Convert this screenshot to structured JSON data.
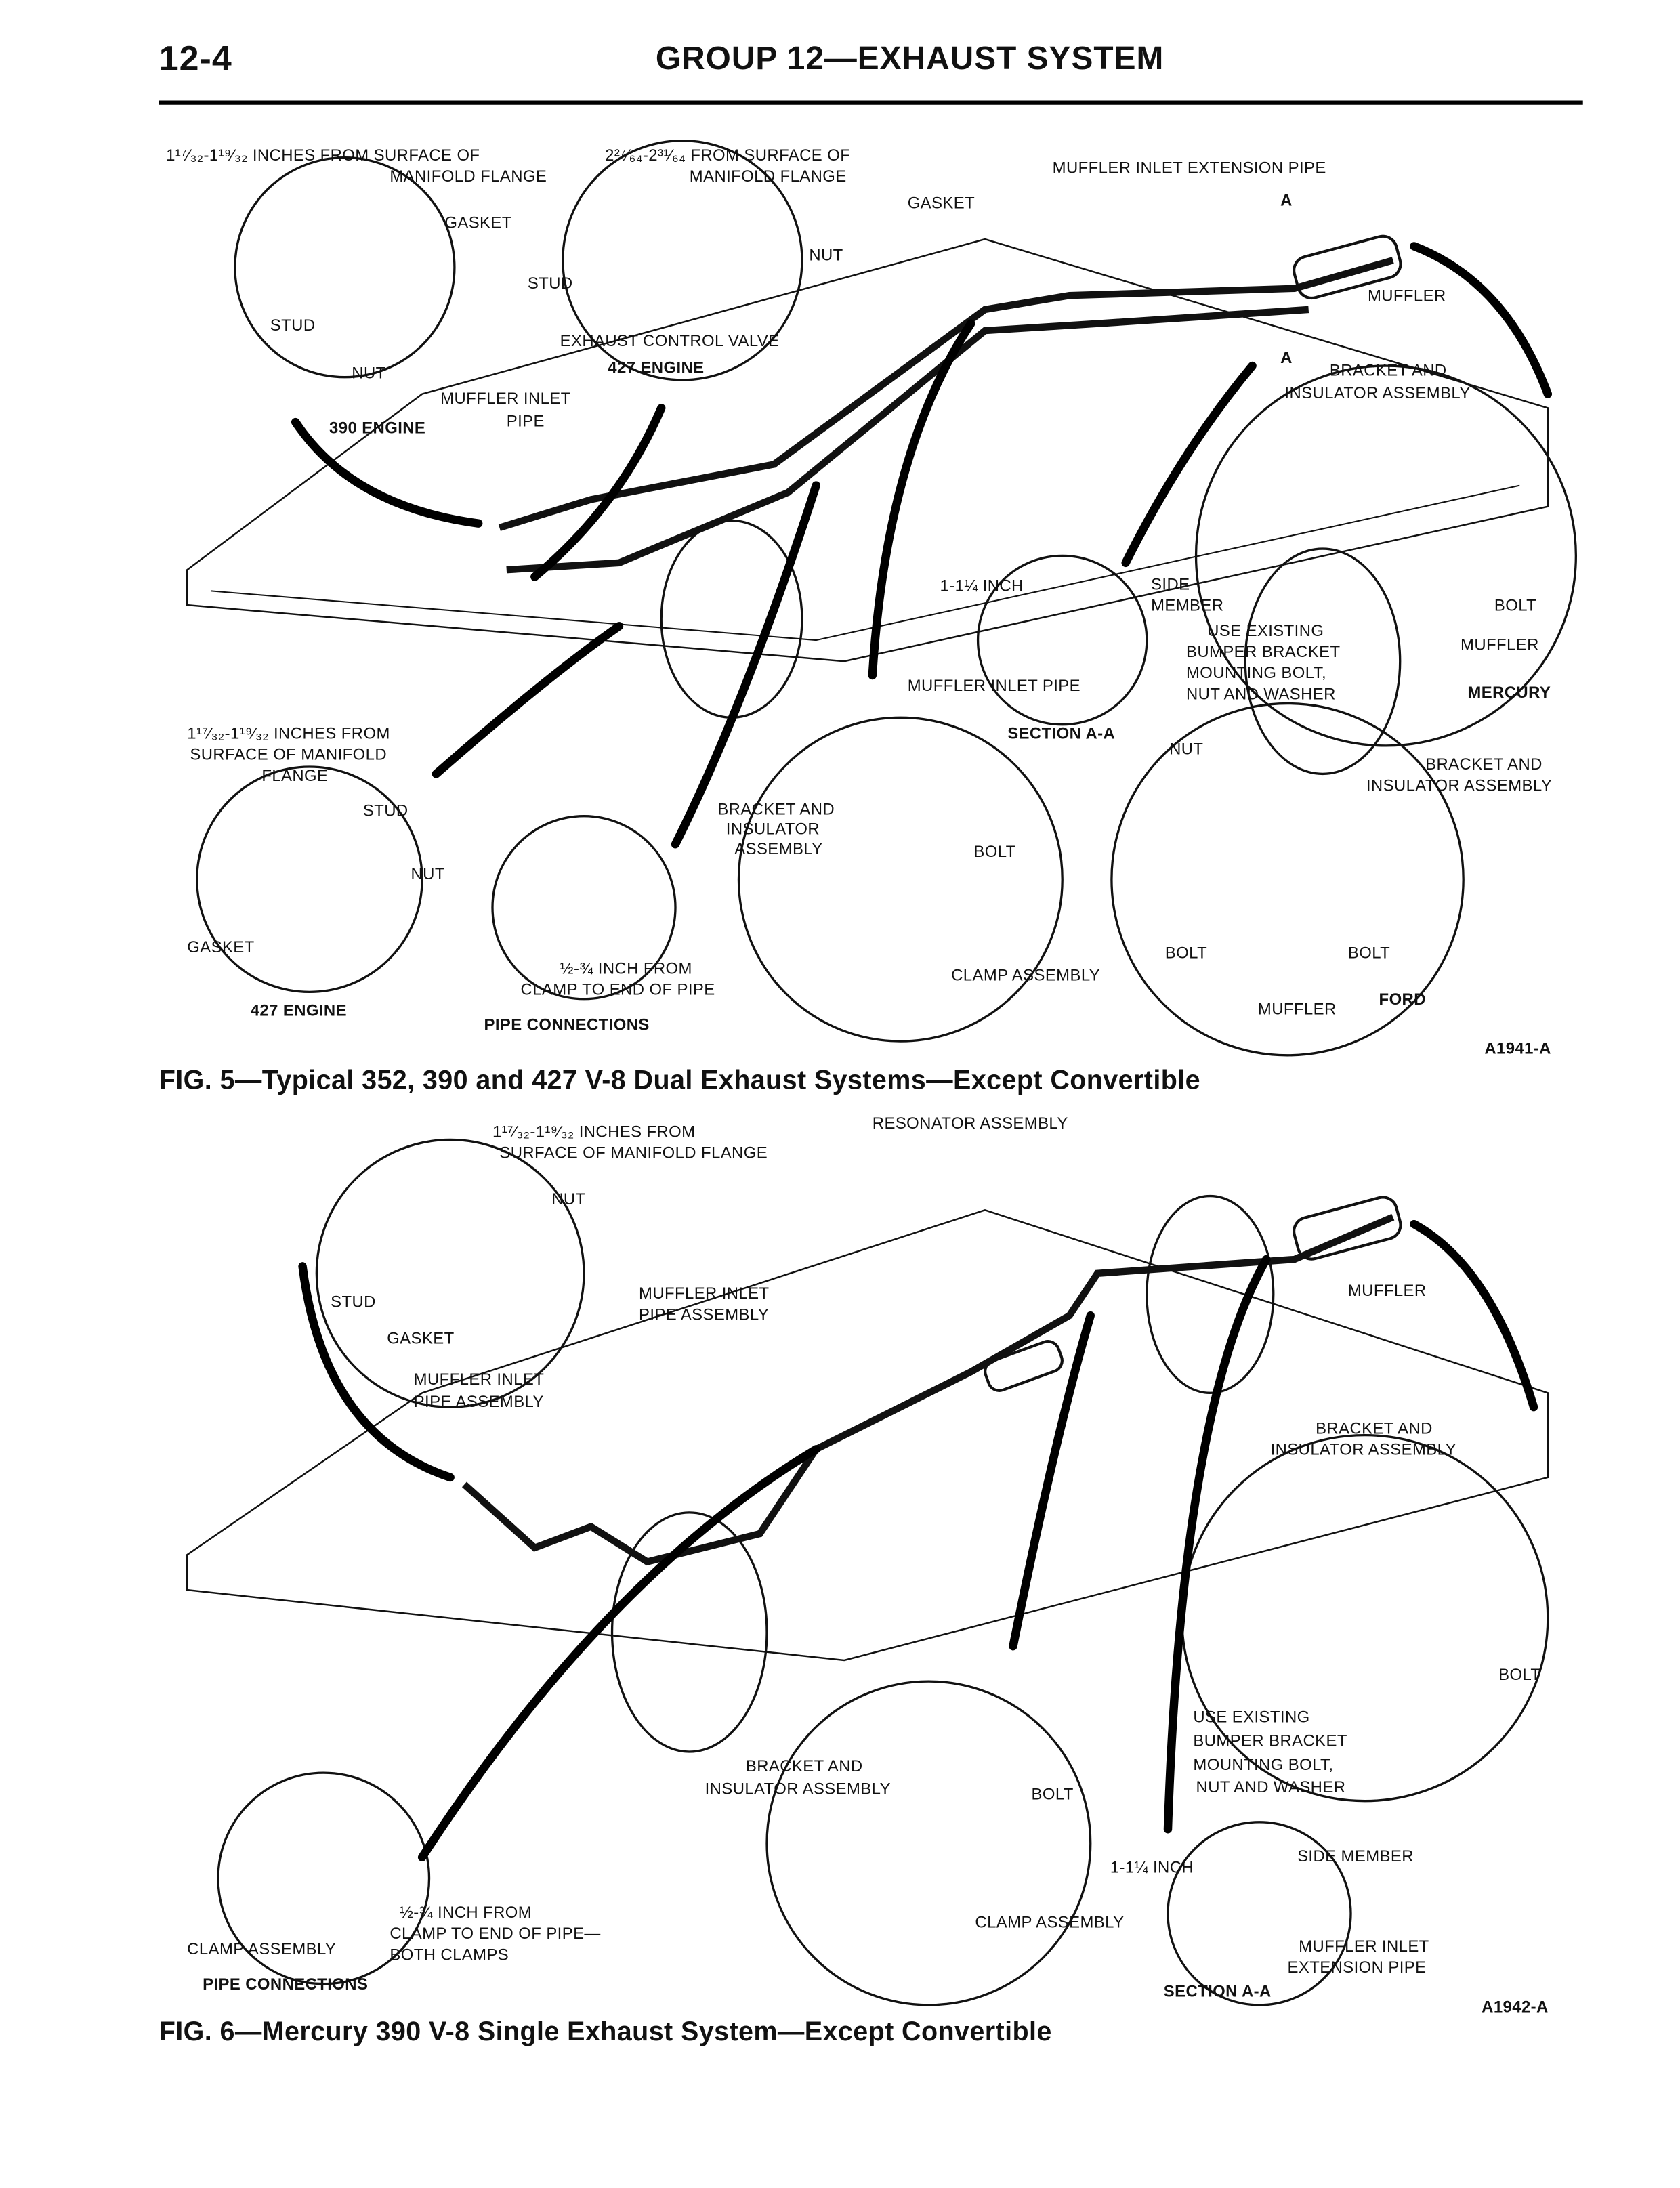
{
  "header": {
    "page_number": "12-4",
    "title": "GROUP 12—EXHAUST SYSTEM"
  },
  "fig5": {
    "caption": "FIG. 5—Typical 352, 390 and 427 V-8 Dual Exhaust Systems—Except Convertible",
    "code": "A1941-A",
    "labels": [
      "1¹⁷⁄₃₂-1¹⁹⁄₃₂ INCHES FROM SURFACE OF",
      "MANIFOLD FLANGE",
      "2²⁷⁄₆₄-2³¹⁄₆₄ FROM SURFACE OF",
      "MANIFOLD FLANGE",
      "MUFFLER INLET EXTENSION PIPE",
      "GASKET",
      "GASKET",
      "NUT",
      "STUD",
      "A",
      "A",
      "MUFFLER",
      "STUD",
      "EXHAUST CONTROL VALVE",
      "427 ENGINE",
      "NUT",
      "BRACKET AND",
      "INSULATOR ASSEMBLY",
      "MUFFLER INLET",
      "PIPE",
      "390 ENGINE",
      "1-1¼ INCH",
      "SIDE",
      "MEMBER",
      "BOLT",
      "USE EXISTING",
      "BUMPER BRACKET",
      "MOUNTING BOLT,",
      "NUT AND WASHER",
      "MUFFLER",
      "MUFFLER INLET PIPE",
      "MERCURY",
      "SECTION A-A",
      "1¹⁷⁄₃₂-1¹⁹⁄₃₂ INCHES FROM",
      "SURFACE OF MANIFOLD",
      "FLANGE",
      "NUT",
      "BRACKET AND",
      "INSULATOR ASSEMBLY",
      "BRACKET AND",
      "INSULATOR",
      "ASSEMBLY",
      "STUD",
      "BOLT",
      "NUT",
      "GASKET",
      "BOLT",
      "BOLT",
      "½-¾ INCH FROM",
      "CLAMP TO END OF PIPE",
      "CLAMP ASSEMBLY",
      "FORD",
      "MUFFLER",
      "427 ENGINE",
      "PIPE CONNECTIONS"
    ]
  },
  "fig6": {
    "caption": "FIG. 6—Mercury 390 V-8 Single Exhaust System—Except Convertible",
    "code": "A1942-A",
    "labels": [
      "1¹⁷⁄₃₂-1¹⁹⁄₃₂ INCHES FROM",
      "SURFACE OF MANIFOLD FLANGE",
      "RESONATOR ASSEMBLY",
      "NUT",
      "MUFFLER",
      "MUFFLER INLET",
      "PIPE ASSEMBLY",
      "STUD",
      "GASKET",
      "MUFFLER INLET",
      "PIPE ASSEMBLY",
      "BRACKET AND",
      "INSULATOR ASSEMBLY",
      "BOLT",
      "USE EXISTING",
      "BUMPER BRACKET",
      "MOUNTING BOLT,",
      "NUT AND WASHER",
      "BRACKET AND",
      "INSULATOR ASSEMBLY",
      "BOLT",
      "1-1¼ INCH",
      "SIDE MEMBER",
      "½-¾ INCH FROM",
      "CLAMP TO END OF PIPE—",
      "BOTH CLAMPS",
      "CLAMP ASSEMBLY",
      "CLAMP ASSEMBLY",
      "MUFFLER INLET",
      "EXTENSION PIPE",
      "PIPE CONNECTIONS",
      "SECTION A-A"
    ]
  }
}
